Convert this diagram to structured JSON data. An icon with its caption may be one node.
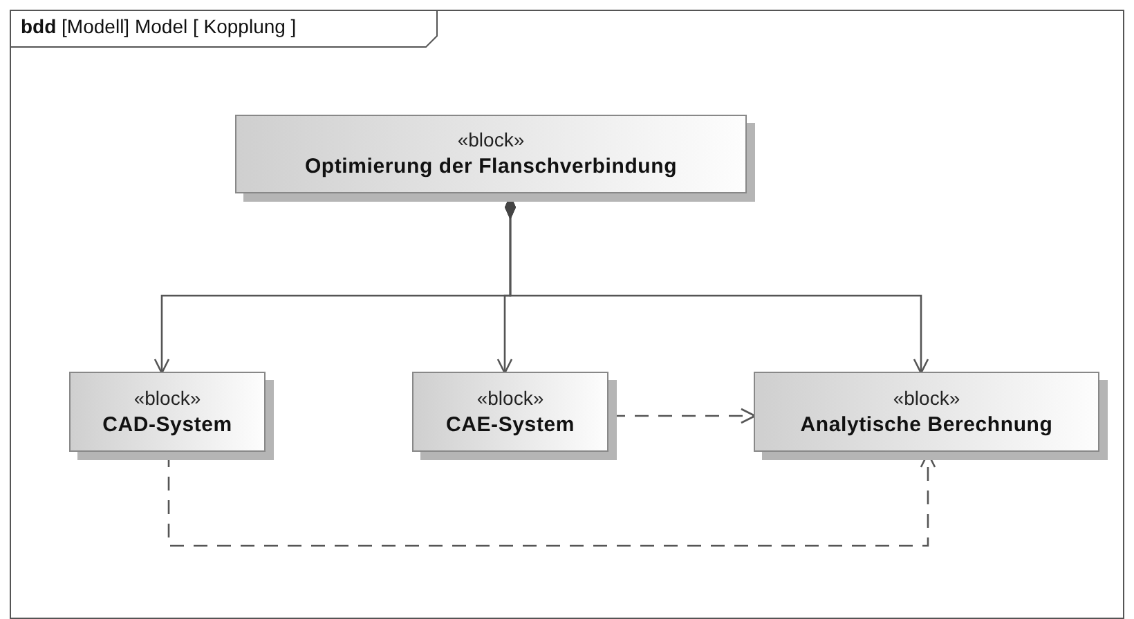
{
  "diagram": {
    "nodes": [
      {
        "text": [
          "**bdd** [Modell] Model [ Kopplung ]"
        ]
      },
      {
        "text": [
          "«block»",
          "Optimierung der Flanschverbindung"
        ],
        "in": 0
      },
      {
        "text": [
          "«block»",
          "CAD-System"
        ],
        "in": 0
      },
      {
        "text": [
          "«block»",
          "CAE-System"
        ],
        "in": 0
      },
      {
        "text": [
          "«block»",
          "Analytische Berechnung"
        ],
        "in": 0
      }
    ],
    "edges": [
      {
        "from": 1,
        "to": 2,
        "arrow": "to"
      },
      {
        "from": 1,
        "to": 3,
        "arrow": "to"
      },
      {
        "from": 1,
        "to": 4,
        "arrow": "to"
      },
      {
        "from": 3,
        "to": 4,
        "arrow": "to",
        "style": "dashed"
      },
      {
        "from": 2,
        "to": 4,
        "arrow": "to",
        "style": "dashed"
      }
    ]
  }
}
